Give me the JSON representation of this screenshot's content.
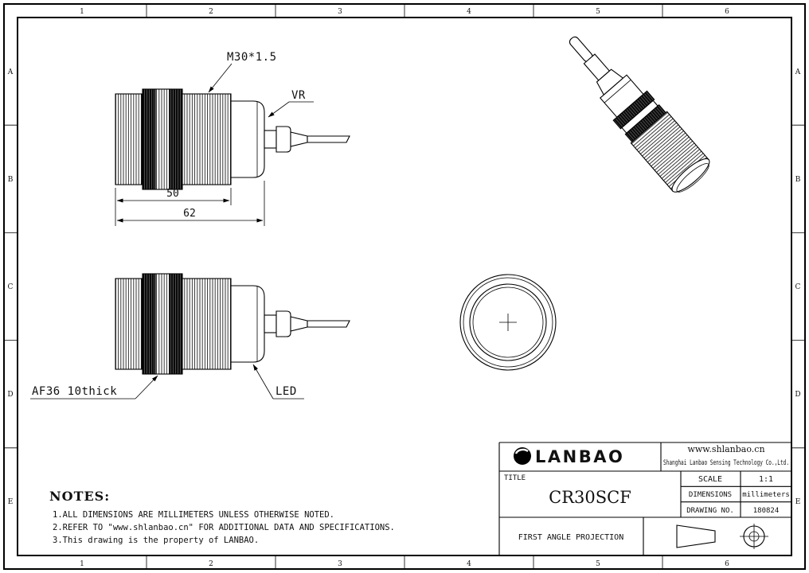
{
  "sheet": {
    "columns": [
      "1",
      "2",
      "3",
      "4",
      "5",
      "6"
    ],
    "rows": [
      "A",
      "B",
      "C",
      "D",
      "E"
    ]
  },
  "views": {
    "side_top": {
      "thread_label": "M30*1.5",
      "vr_label": "VR",
      "dim_thread": "50",
      "dim_total": "62"
    },
    "side_bottom": {
      "nut_label": "AF36 10thick",
      "led_label": "LED"
    }
  },
  "notes": {
    "heading": "NOTES:",
    "items": [
      "1.ALL DIMENSIONS ARE MILLIMETERS UNLESS OTHERWISE NOTED.",
      "2.REFER TO \"www.shlanbao.cn\" FOR ADDITIONAL DATA AND SPECIFICATIONS.",
      "3.This drawing is the property of LANBAO."
    ]
  },
  "title_block": {
    "brand": "LANBAO",
    "website": "www.shlanbao.cn",
    "company": "Shanghai Lanbao Sensing Technology Co.,Ltd.",
    "title_label": "TITLE",
    "part_number": "CR30SCF",
    "scale_label": "SCALE",
    "scale_value": "1:1",
    "dimensions_label": "DIMENSIONS",
    "dimensions_value": "millimeters",
    "drawing_no_label": "DRAWING NO.",
    "drawing_no_value": "180824",
    "projection_label": "FIRST ANGLE PROJECTION"
  }
}
